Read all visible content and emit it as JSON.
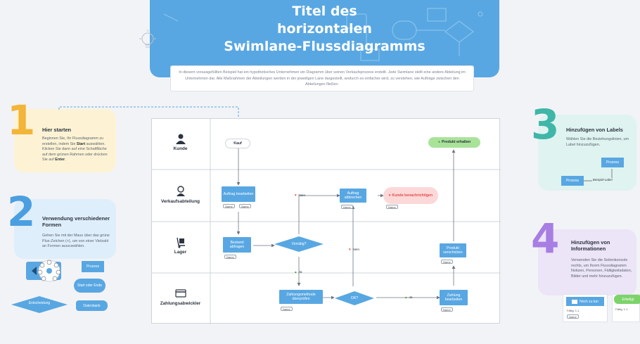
{
  "header": {
    "title_lines": [
      "Titel des",
      "horizontalen",
      "Swimlane-Flussdiagramms"
    ],
    "description": "In diesem vorausgefüllten Beispiel hat ein hypothetisches Unternehmen ein Diagramm über seinen Verkaufsprozess erstellt. Jede Swimlane stellt eine andere Abteilung im Unternehmen dar. Alle Maßnahmen der Abteilungen werden in der jeweiligen Lane dargestellt, wodurch es einfacher wird, zu verstehen, wie Aufträge zwischen den Abteilungen fließen."
  },
  "cards": {
    "c1": {
      "number": "1",
      "title": "Hier starten",
      "text_before": "Beginnen Sie, Ihr Flussdiagramm zu erstellen, indem Sie ",
      "text_bold1": "Start",
      "text_mid": " auswählen. Klicken Sie dann auf eine Schaltfläche auf dem grünen Rahmen oder drücken Sie auf ",
      "text_bold2": "Enter",
      "text_after": "."
    },
    "c2": {
      "number": "2",
      "title": "Verwendung verschiedener Formen",
      "text": "Gehen Sie mit der Maus über das grüne Plus-Zeichen (+), um von einer Vielzahl an Formen auszuwählen."
    },
    "c3": {
      "number": "3",
      "title": "Hinzufügen von Labels",
      "text": "Wählen Sie die Beziehungslinien, um Label hinzuzufügen."
    },
    "c4": {
      "number": "4",
      "title": "Hinzufügen von Informationen",
      "text": "Verwenden Sie die Seitenkonsole rechts, um Ihrem Flussdiagramm Notizen, Personen, Fälligkeitsdaten, Bilder und mehr hinzuzufügen."
    }
  },
  "shapes": {
    "prozess": "Prozess",
    "start_ende": "Start oder Ende",
    "entscheidung": "Entscheidung",
    "datenbank": "Datenbank"
  },
  "labels_example": {
    "prozess_a": "Prozess",
    "prozess_b": "Prozess",
    "beispiel_label": "Beispiel-Label"
  },
  "info_example": {
    "card_a_label": "Noch zu tun",
    "card_b_label": "Erledigt",
    "date_a": "Fällig: 1.1.",
    "tag_a": "Name",
    "date_b": "Fällig: 1.1."
  },
  "lanes": [
    {
      "label": "Kunde",
      "icon": "person-icon"
    },
    {
      "label": "Verkaufsabteilung",
      "icon": "salesperson-icon"
    },
    {
      "label": "Lager",
      "icon": "dolly-icon"
    },
    {
      "label": "Zahlungsabwickler",
      "icon": "credit-card-icon"
    }
  ],
  "nodes": {
    "kauf": "Kauf",
    "produkt_erhalten": "Produkt erhalten",
    "auftrag_bearbeiten": "Auftrag bearbeiten",
    "auftrag_abbrechen": "Auftrag abbrechen",
    "kunde_benachrichtigen": "Kunde benachrichtigen",
    "bestand_abfragen": "Bestand abfragen",
    "vorratig": "Vorrätig?",
    "produkt_verschicken": "Produkt verschicken",
    "zahlungsmethode": "Zahlungsmethode überprüfen",
    "ok": "OK?",
    "zahlung_bearbeiten": "Zahlung bearbeiten"
  },
  "edge_labels": {
    "nein1": "Nein",
    "nein2": "Nein",
    "ja1": "Ja",
    "ja2": "Ja"
  },
  "tags": {
    "t1a": "Name",
    "t1b": "Name",
    "t2": "Name",
    "t3": "Name",
    "t4": "Name",
    "t5": "Name",
    "t6": "Name",
    "t7": "Name",
    "t8": "Name"
  },
  "colors": {
    "accent_blue": "#58a7e2",
    "green": "#7dd36b",
    "red": "#e54b4b",
    "card1_bg": "#fdf3d4",
    "card2_bg": "#dfeefb",
    "card3_bg": "#dff3f0",
    "card4_bg": "#ece4f7"
  }
}
